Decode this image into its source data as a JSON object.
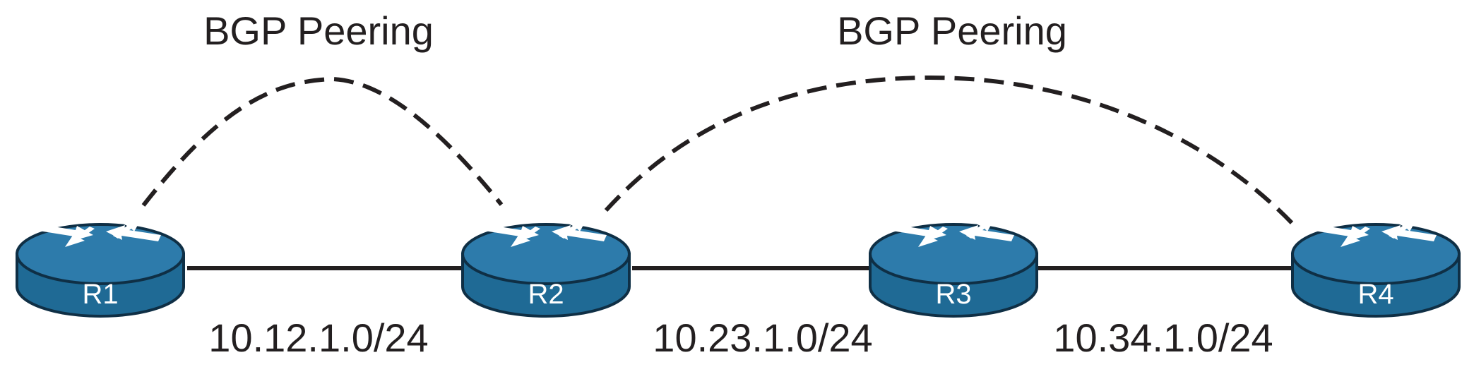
{
  "peerings": [
    {
      "label": "BGP Peering",
      "from": "R1",
      "to": "R2"
    },
    {
      "label": "BGP Peering",
      "from": "R2",
      "to": "R4"
    }
  ],
  "routers": [
    {
      "name": "R1"
    },
    {
      "name": "R2"
    },
    {
      "name": "R3"
    },
    {
      "name": "R4"
    }
  ],
  "links": [
    {
      "from": "R1",
      "to": "R2",
      "subnet": "10.12.1.0/24"
    },
    {
      "from": "R2",
      "to": "R3",
      "subnet": "10.23.1.0/24"
    },
    {
      "from": "R3",
      "to": "R4",
      "subnet": "10.34.1.0/24"
    }
  ],
  "colors": {
    "router_body": "#1f6a95",
    "router_top": "#2d7bab",
    "router_outline": "#0f2f45",
    "router_arrows": "#ffffff",
    "line": "#231f20",
    "text": "#231f20"
  }
}
